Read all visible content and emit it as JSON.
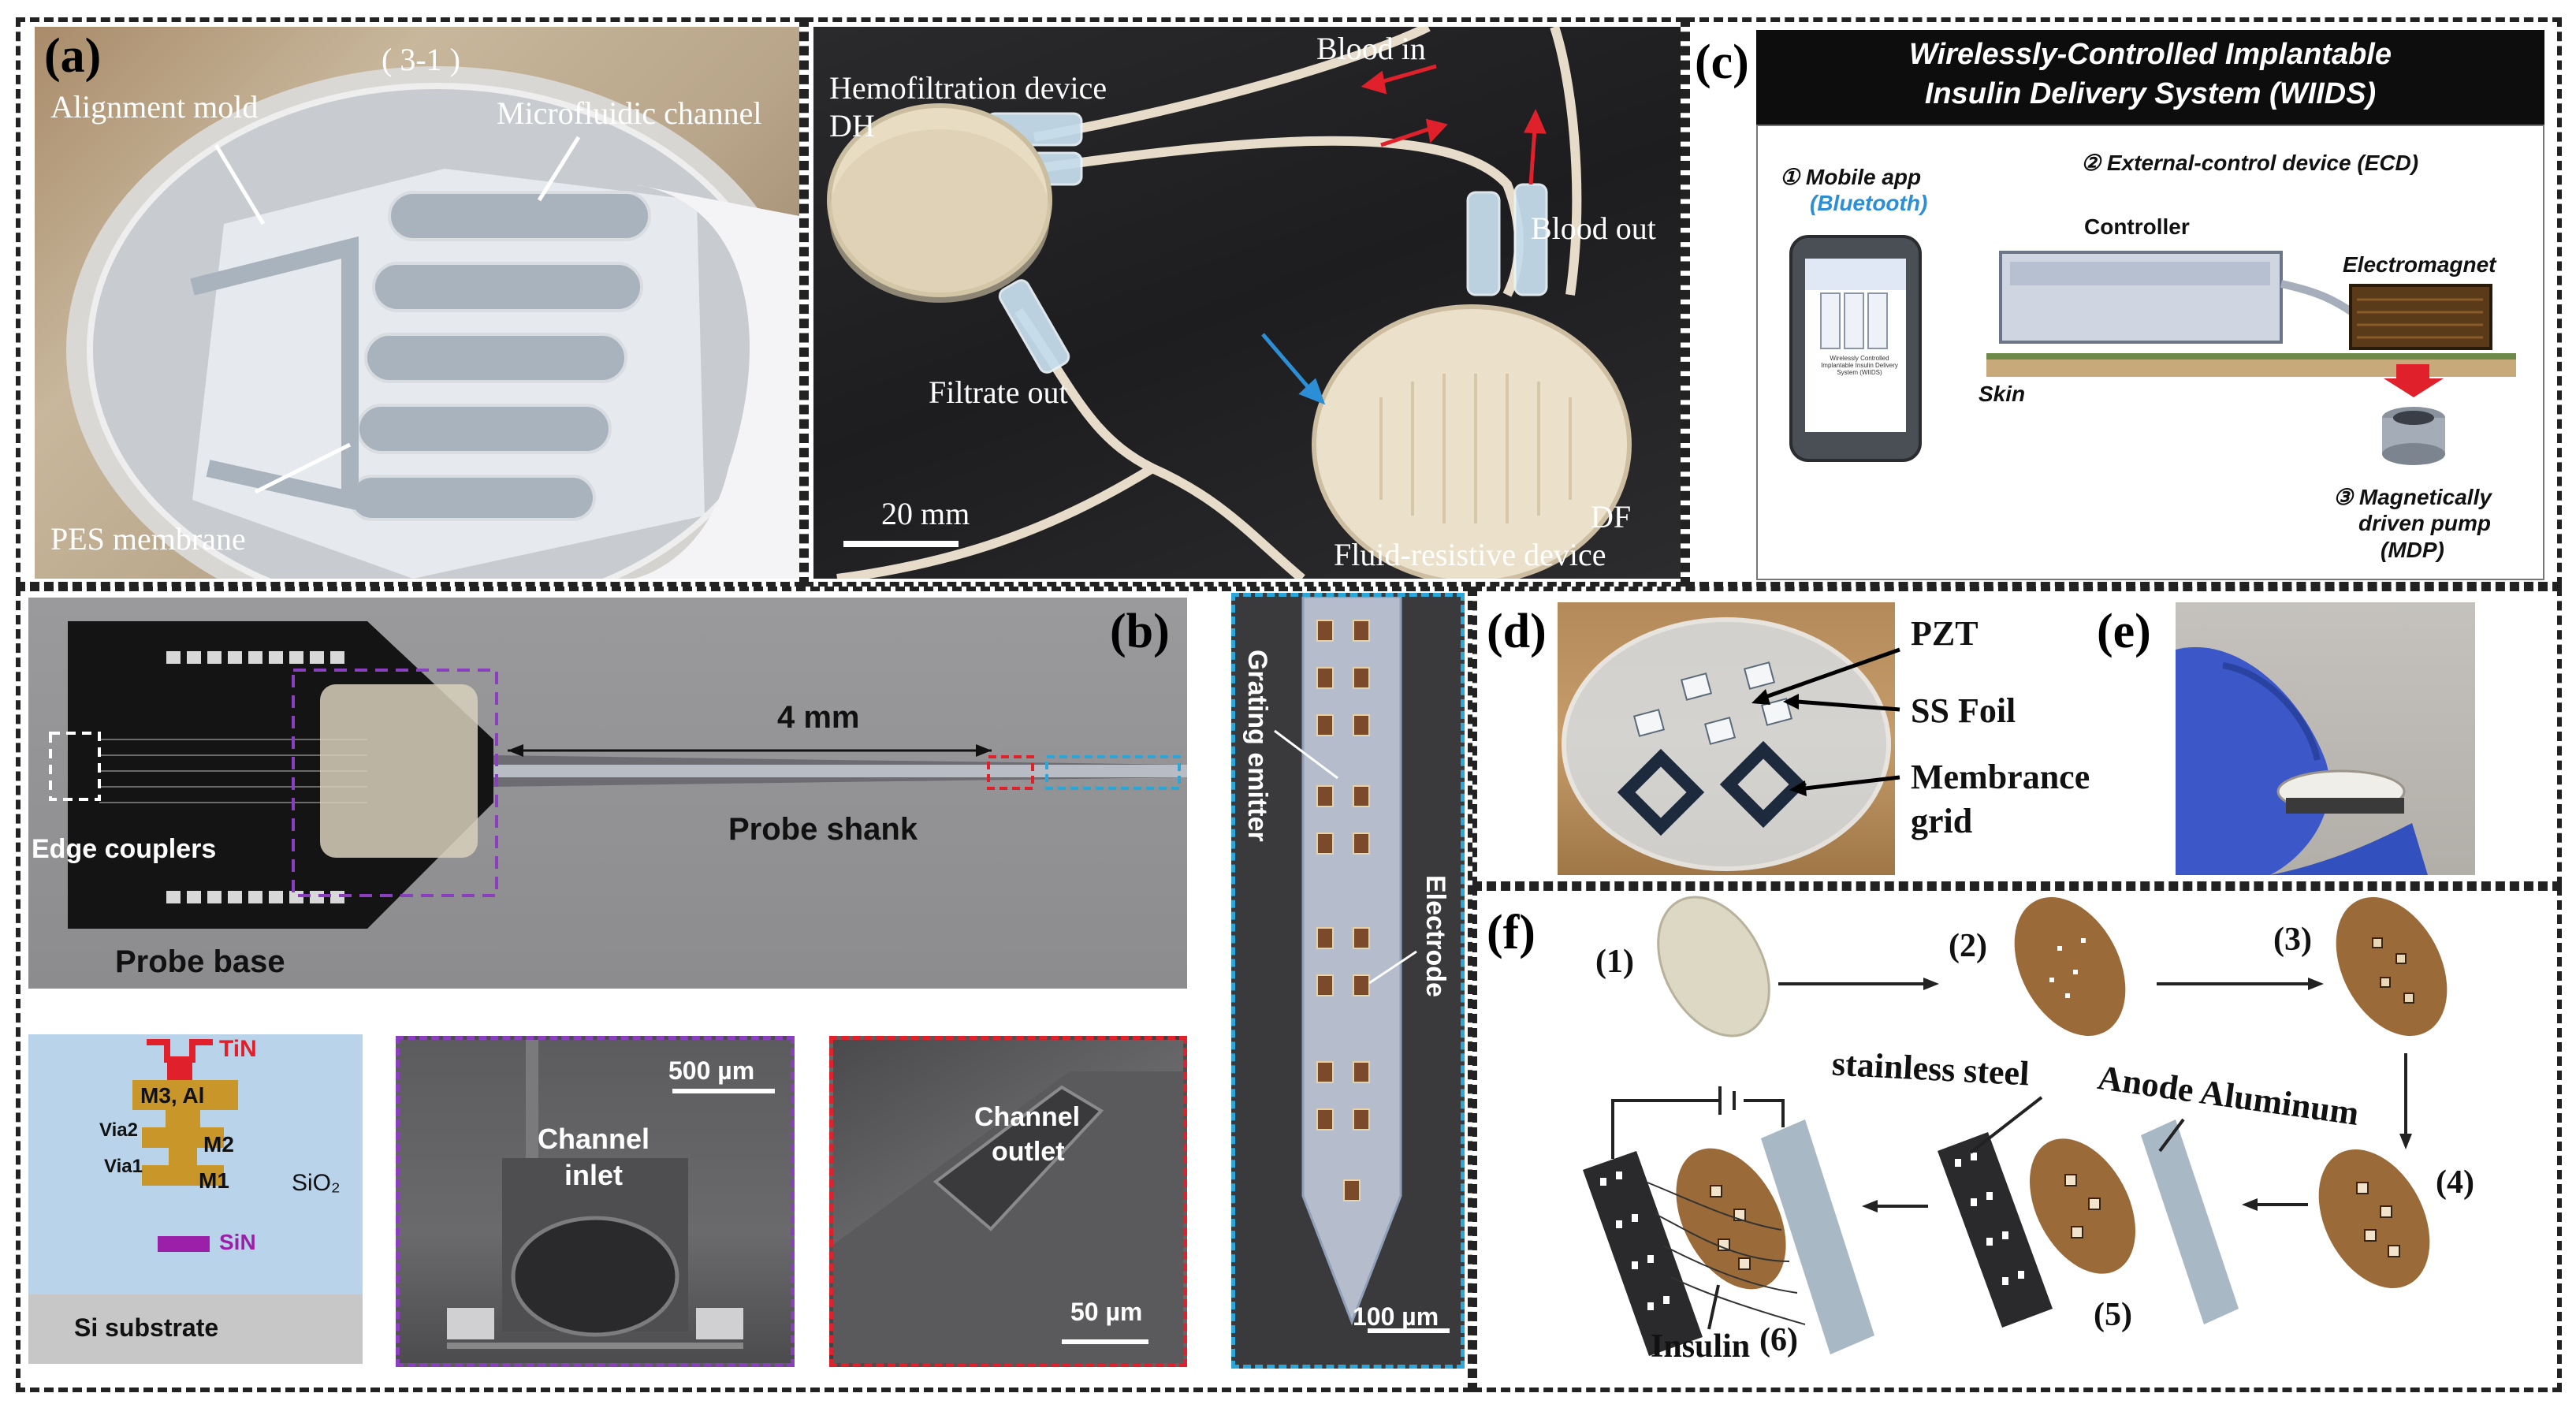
{
  "panels": {
    "a": {
      "tag": "(a)",
      "code": "( 3-1 )",
      "alignment_mold": "Alignment mold",
      "microfluidic_channel": "Microfluidic channel",
      "pes_membrane": "PES membrane"
    },
    "hemo": {
      "hemofiltration_device": "Hemofiltration device",
      "dh": "DH",
      "blood_in": "Blood in",
      "blood_out": "Blood out",
      "filtrate_out": "Filtrate out",
      "scale": "20 mm",
      "df": "DF",
      "fluid_resistive": "Fluid-resistive device"
    },
    "c": {
      "tag": "(c)",
      "title_line1": "Wirelessly-Controlled Implantable",
      "title_line2": "Insulin Delivery System (WIIDS)",
      "mobile_app": "① Mobile app",
      "bluetooth": "(Bluetooth)",
      "ecd": "② External-control device (ECD)",
      "controller": "Controller",
      "electromagnet": "Electromagnet",
      "skin": "Skin",
      "mdp_line1": "③ Magnetically",
      "mdp_line2": "driven pump",
      "mdp_line3": "(MDP)",
      "phone_text": "Wirelessly Controlled Implantable Insulin Delivery System (WIIDS)"
    },
    "b": {
      "tag": "(b)",
      "length": "4 mm",
      "probe_shank": "Probe shank",
      "edge_couplers": "Edge couplers",
      "probe_base": "Probe base",
      "tin": "TiN",
      "m3": "M3, Al",
      "via2": "Via2",
      "m2": "M2",
      "via1": "Via1",
      "m1": "M1",
      "sio2": "SiO₂",
      "sin": "SiN",
      "si_substrate": "Si substrate",
      "inlet_scale": "500 µm",
      "channel_inlet_1": "Channel",
      "channel_inlet_2": "inlet",
      "channel_outlet_1": "Channel",
      "channel_outlet_2": "outlet",
      "outlet_scale": "50 µm",
      "grating_emitter": "Grating emitter",
      "electrode": "Electrode",
      "shank_scale": "100 µm"
    },
    "d": {
      "tag": "(d)",
      "pzt": "PZT",
      "ss_foil": "SS Foil",
      "membrane_1": "Membrance",
      "membrane_2": "grid"
    },
    "e": {
      "tag": "(e)"
    },
    "f": {
      "tag": "(f)",
      "s1": "(1)",
      "s2": "(2)",
      "s3": "(3)",
      "s4": "(4)",
      "s5": "(5)",
      "s6": "(6)",
      "stainless_steel": "stainless steel",
      "anode_aluminum": "Anode Aluminum",
      "insulin": "Insulin"
    }
  },
  "colors": {
    "frame": "#222222",
    "tin_red": "#e0202a",
    "metal_gold": "#c9962a",
    "sin_purple": "#9b1fa8",
    "oxide_blue": "#b9d3ea",
    "purple_box": "#8a3fbf",
    "red_box": "#e0202a",
    "cyan_box": "#2aa6d8",
    "egg_brown": "#9a6a38"
  }
}
